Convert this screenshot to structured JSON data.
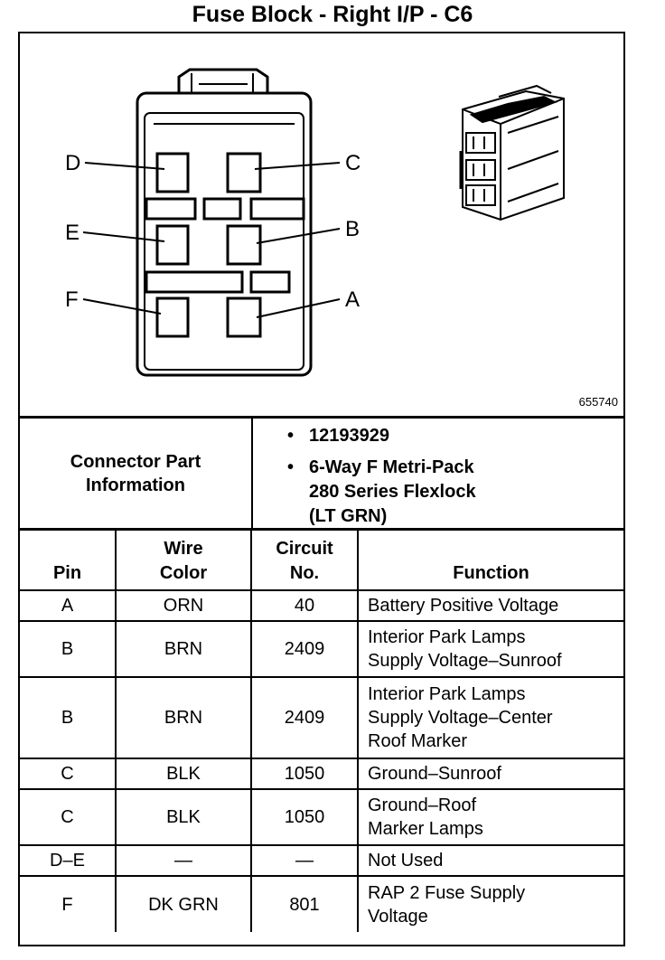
{
  "title": "Fuse Block - Right I/P - C6",
  "figure_number": "655740",
  "pin_labels": {
    "D": "D",
    "C": "C",
    "E": "E",
    "B": "B",
    "F": "F",
    "A": "A"
  },
  "connector_info": {
    "label_line1": "Connector Part",
    "label_line2": "Information",
    "bullet": "•",
    "part_number": "12193929",
    "description_line1": "6-Way F Metri-Pack",
    "description_line2": "280 Series Flexlock",
    "description_line3": "(LT GRN)"
  },
  "table": {
    "headers": {
      "pin": "Pin",
      "wire_color_line1": "Wire",
      "wire_color_line2": "Color",
      "circuit_line1": "Circuit",
      "circuit_line2": "No.",
      "function": "Function"
    },
    "rows": [
      {
        "pin": "A",
        "color": "ORN",
        "circuit": "40",
        "function": [
          "Battery Positive Voltage"
        ]
      },
      {
        "pin": "B",
        "color": "BRN",
        "circuit": "2409",
        "function": [
          "Interior Park Lamps",
          "Supply Voltage–Sunroof"
        ]
      },
      {
        "pin": "B",
        "color": "BRN",
        "circuit": "2409",
        "function": [
          "Interior Park Lamps",
          "Supply Voltage–Center",
          "Roof Marker"
        ]
      },
      {
        "pin": "C",
        "color": "BLK",
        "circuit": "1050",
        "function": [
          "Ground–Sunroof"
        ]
      },
      {
        "pin": "C",
        "color": "BLK",
        "circuit": "1050",
        "function": [
          "Ground–Roof",
          "Marker Lamps"
        ]
      },
      {
        "pin": "D–E",
        "color": "—",
        "circuit": "—",
        "function": [
          "Not Used"
        ]
      },
      {
        "pin": "F",
        "color": "DK GRN",
        "circuit": "801",
        "function": [
          "RAP 2 Fuse Supply",
          "Voltage"
        ]
      }
    ]
  }
}
